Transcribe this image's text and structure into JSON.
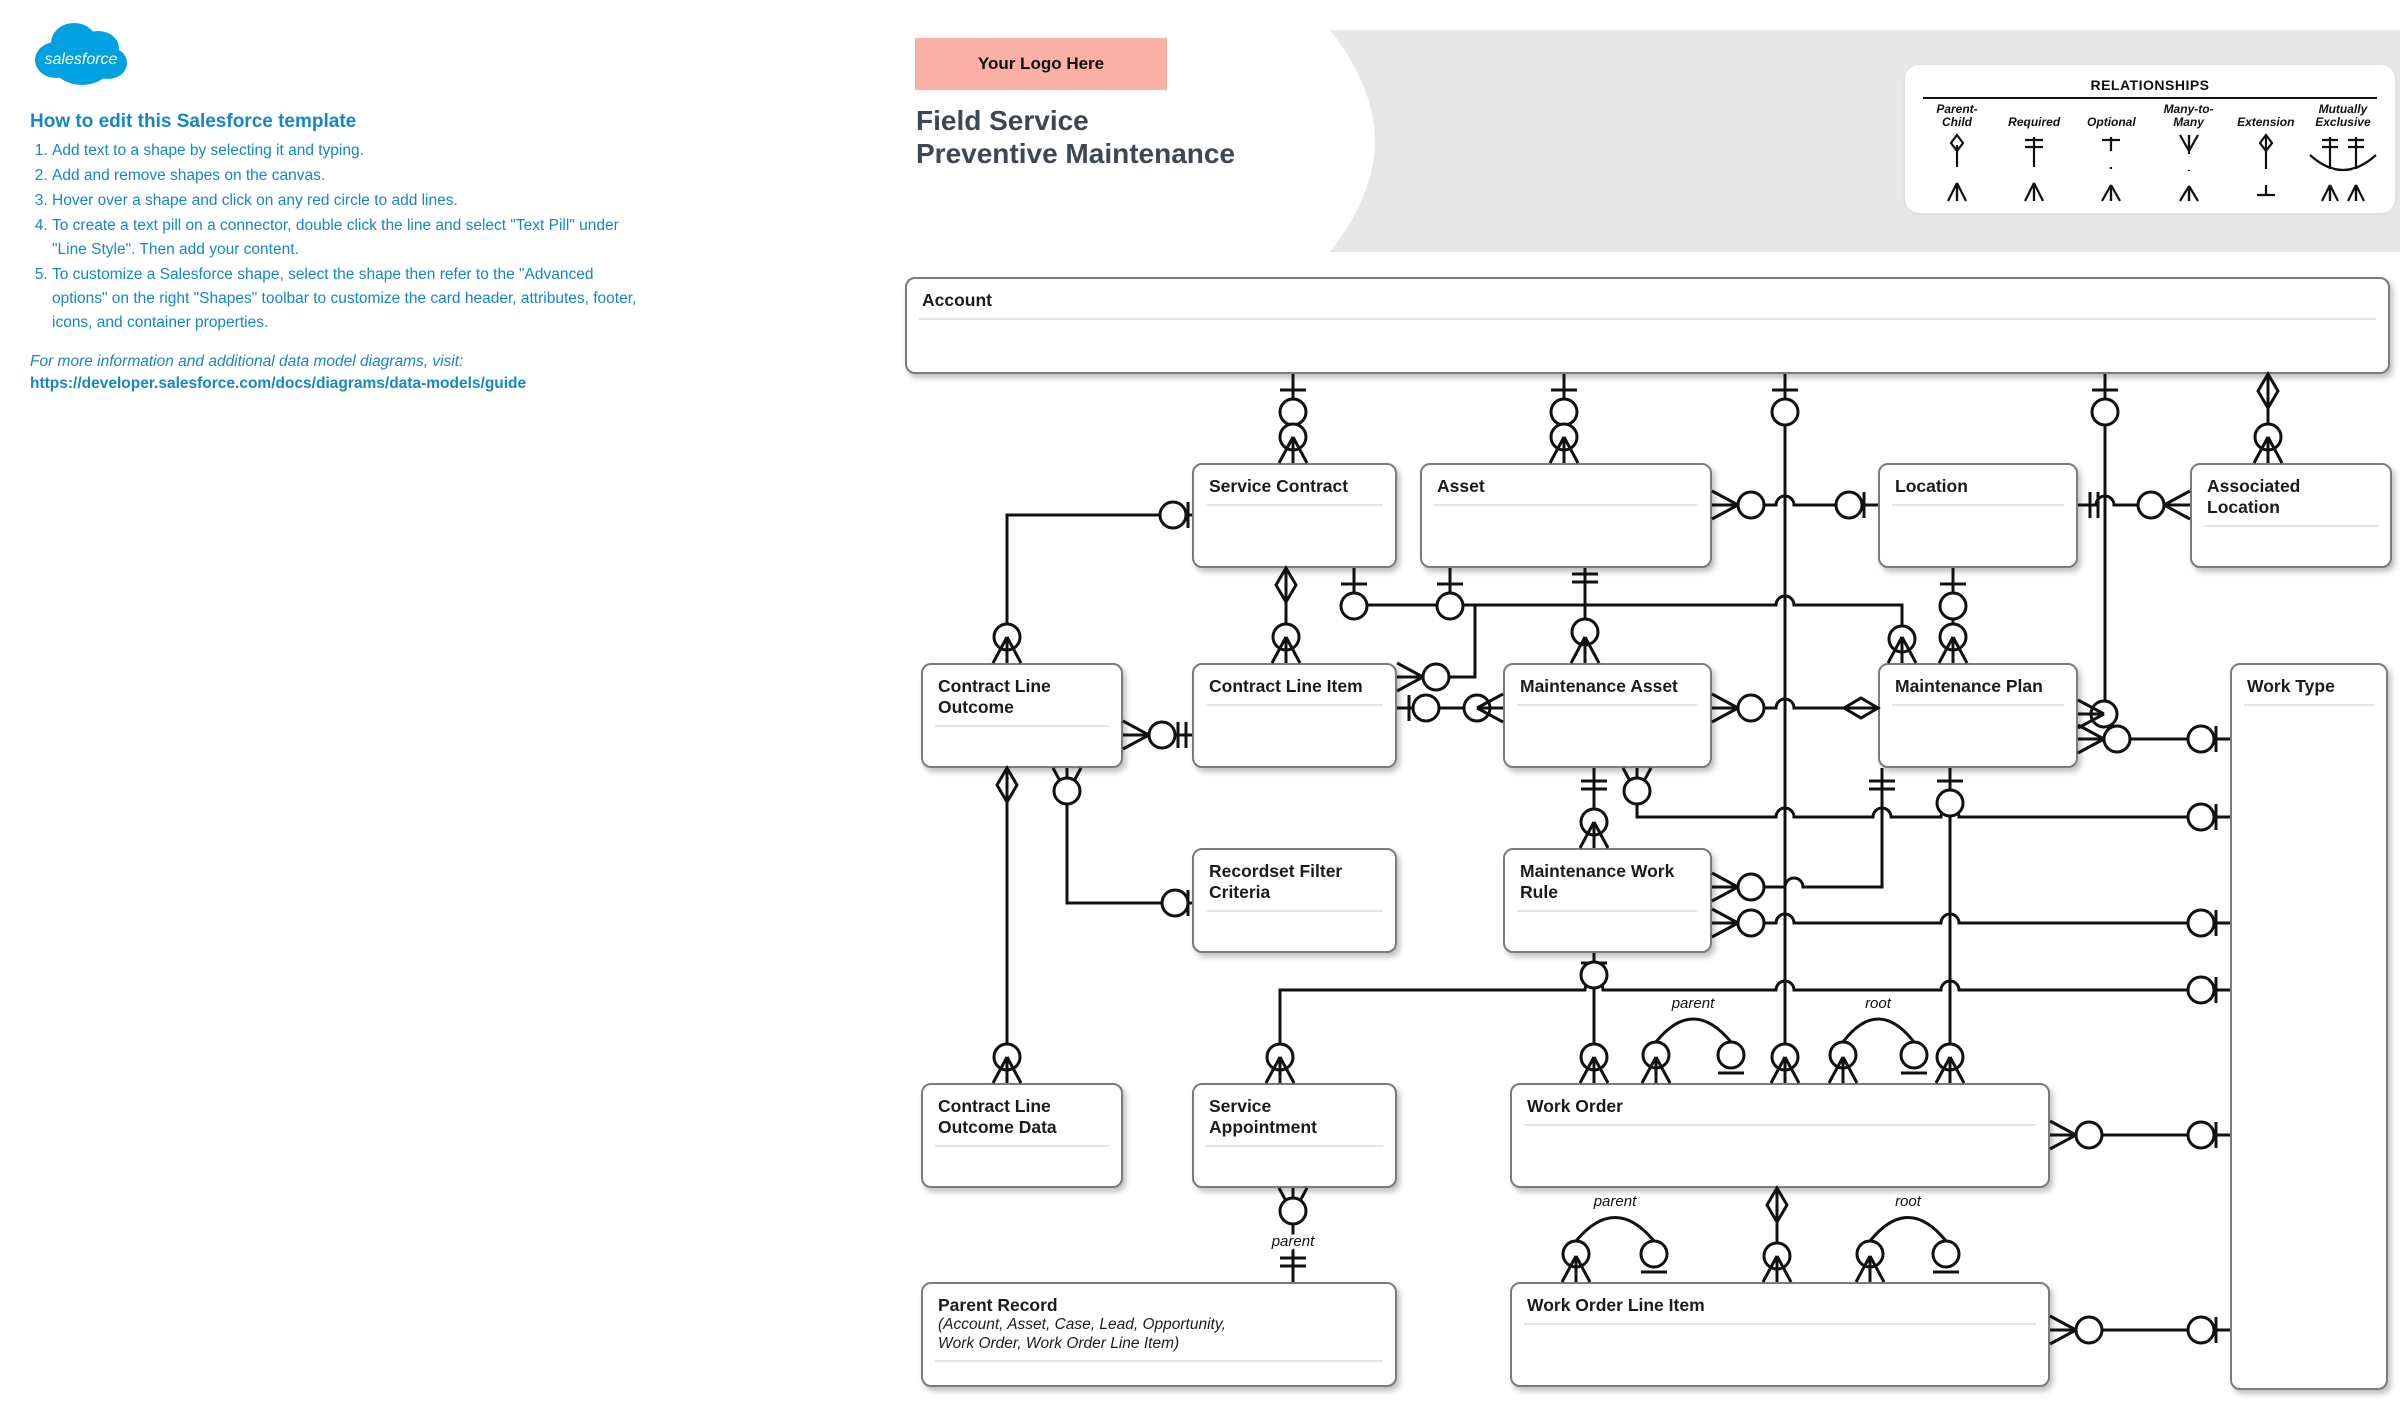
{
  "sidebar": {
    "logo": "salesforce",
    "heading": "How to edit this Salesforce template",
    "steps": [
      "Add text to a shape by selecting it and typing.",
      "Add and remove shapes on the canvas.",
      "Hover over a shape and click on any red circle to add lines.",
      "To create a text pill on a connector, double click the line and select \"Text Pill\" under \"Line Style\". Then add your content.",
      "To customize a Salesforce shape, select the shape then refer to the \"Advanced options\" on the right \"Shapes\" toolbar to customize the card header, attributes, footer, icons, and container properties."
    ],
    "note": "For more information and additional data model diagrams, visit:",
    "link": "https://developer.salesforce.com/docs/diagrams/data-models/guide"
  },
  "header": {
    "logo_placeholder": "Your Logo Here",
    "title_line1": "Field Service",
    "title_line2": "Preventive Maintenance"
  },
  "legend": {
    "title": "RELATIONSHIPS",
    "items": [
      {
        "label": "Parent-\nChild"
      },
      {
        "label": "Required"
      },
      {
        "label": "Optional"
      },
      {
        "label": "Many-to-\nMany"
      },
      {
        "label": "Extension"
      },
      {
        "label": "Mutually\nExclusive"
      }
    ]
  },
  "entities": {
    "account": {
      "title": "Account"
    },
    "service_contract": {
      "title": "Service Contract"
    },
    "asset": {
      "title": "Asset"
    },
    "location": {
      "title": "Location"
    },
    "associated_location": {
      "title": "Associated Location"
    },
    "contract_line_outcome": {
      "title": "Contract Line\nOutcome"
    },
    "contract_line_item": {
      "title": "Contract Line Item"
    },
    "maintenance_asset": {
      "title": "Maintenance Asset"
    },
    "maintenance_plan": {
      "title": "Maintenance Plan"
    },
    "work_type": {
      "title": "Work Type"
    },
    "recordset_filter_criteria": {
      "title": "Recordset Filter\nCriteria"
    },
    "maintenance_work_rule": {
      "title": "Maintenance Work\nRule"
    },
    "contract_line_outcome_data": {
      "title": "Contract Line\nOutcome Data"
    },
    "service_appointment": {
      "title": "Service\nAppointment"
    },
    "work_order": {
      "title": "Work Order"
    },
    "parent_record": {
      "title": "Parent Record",
      "subtitle": "(Account, Asset, Case, Lead, Opportunity,\nWork Order, Work Order Line Item)"
    },
    "work_order_line_item": {
      "title": "Work Order Line Item"
    }
  },
  "connector_labels": {
    "parent": "parent",
    "root": "root"
  },
  "colors": {
    "accent_blue": "#1586C6",
    "logo_blue": "#00A1E0",
    "salmon": "#F8B1A4",
    "line": "#111111",
    "box_border": "#7B7B7B",
    "title_text": "#3D4852",
    "band_gray": "#E7E7E7"
  }
}
